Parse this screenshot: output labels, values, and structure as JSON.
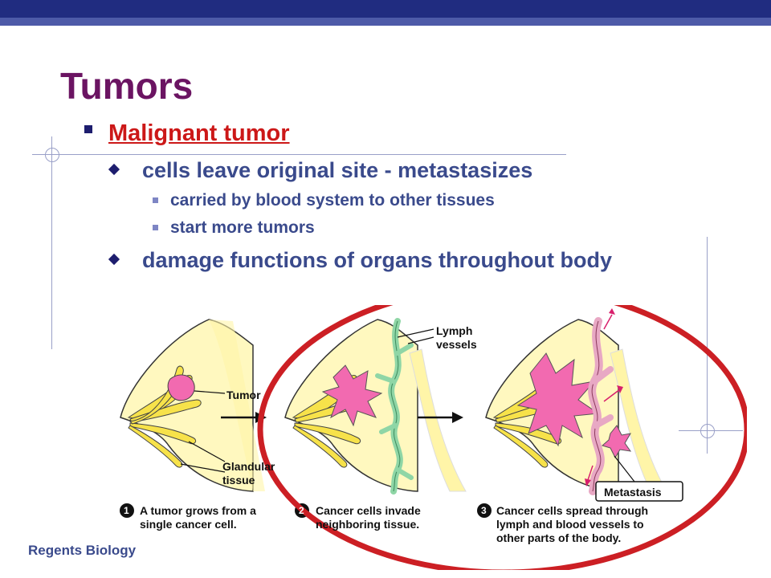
{
  "slide": {
    "title": "Tumors",
    "bullet": "Malignant tumor",
    "sub_bullets": [
      "cells leave original site - metastasizes",
      "damage functions of organs throughout body"
    ],
    "sub_sub_bullets": [
      "carried by blood system to other tissues",
      "start more tumors"
    ],
    "footer": "Regents Biology"
  },
  "diagram": {
    "labels": {
      "tumor": "Tumor",
      "glandular_1": "Glandular",
      "glandular_2": "tissue",
      "lymph_1": "Lymph",
      "lymph_2": "vessels",
      "metastasis": "Metastasis"
    },
    "steps": [
      {
        "num": "1",
        "line1": "A tumor grows from a",
        "line2": "single cancer cell."
      },
      {
        "num": "2",
        "line1": "Cancer cells invade",
        "line2": "neighboring tissue."
      },
      {
        "num": "3",
        "line1": "Cancer cells spread through",
        "line2": "lymph and blood vessels to",
        "line3": "other parts of the body."
      }
    ]
  },
  "colors": {
    "title": "#6b1462",
    "bullet": "#cc1818",
    "text": "#3a4a8c",
    "header_bar": "#202c80",
    "highlight_ellipse": "#cc1f24"
  }
}
